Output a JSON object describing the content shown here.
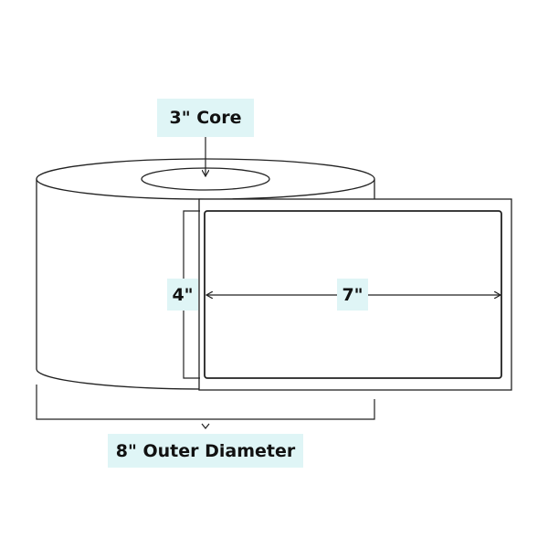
{
  "labels": {
    "core": "3\" Core",
    "height": "4\"",
    "width": "7\"",
    "outer_diameter": "8\" Outer Diameter"
  },
  "colors": {
    "label_background": "#dff5f6",
    "line": "#222222",
    "text": "#111111"
  }
}
